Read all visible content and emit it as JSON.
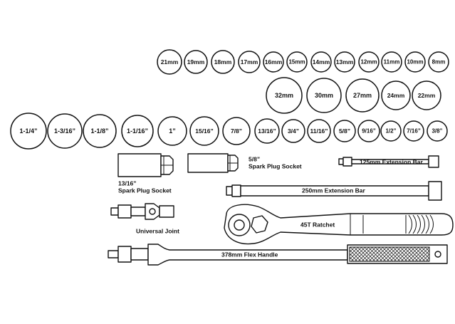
{
  "metric_small_sockets": [
    "21mm",
    "19mm",
    "18mm",
    "17mm",
    "16mm",
    "15mm",
    "14mm",
    "13mm",
    "12mm",
    "11mm",
    "10mm",
    "8mm"
  ],
  "metric_large_sockets": [
    "32mm",
    "30mm",
    "27mm",
    "24mm",
    "22mm"
  ],
  "imperial_sockets": [
    "1-1/4”",
    "1-3/16”",
    "1-1/8”",
    "1-1/16”",
    "1”",
    "15/16”",
    "7/8”",
    "13/16”",
    "3/4”",
    "11/16”",
    "5/8”",
    "9/16”",
    "1/2”",
    "7/16”",
    "3/8”"
  ],
  "tools": {
    "spark_plug_13_16": {
      "line1": "13/16”",
      "line2": "Spark Plug Socket"
    },
    "spark_plug_5_8": {
      "line1": "5/8”",
      "line2": "Spark Plug Socket"
    },
    "extension_125": "125mm Extension Bar",
    "extension_250": "250mm Extension Bar",
    "ratchet": "45T Ratchet",
    "universal_joint": "Universal Joint",
    "flex_handle": "378mm Flex Handle"
  }
}
